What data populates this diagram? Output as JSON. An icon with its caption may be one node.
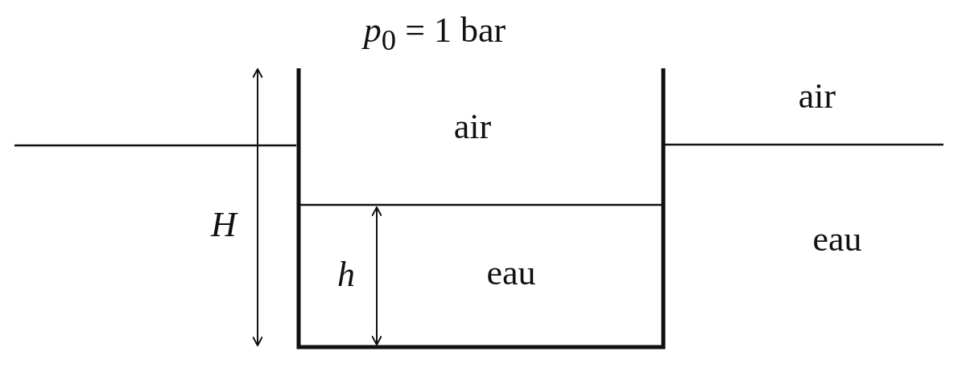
{
  "diagram": {
    "labels": [
      "*p*$_{0}$ = 1 bar",
      "air",
      "air",
      "H",
      "eau",
      "h",
      "eau"
    ]
  }
}
